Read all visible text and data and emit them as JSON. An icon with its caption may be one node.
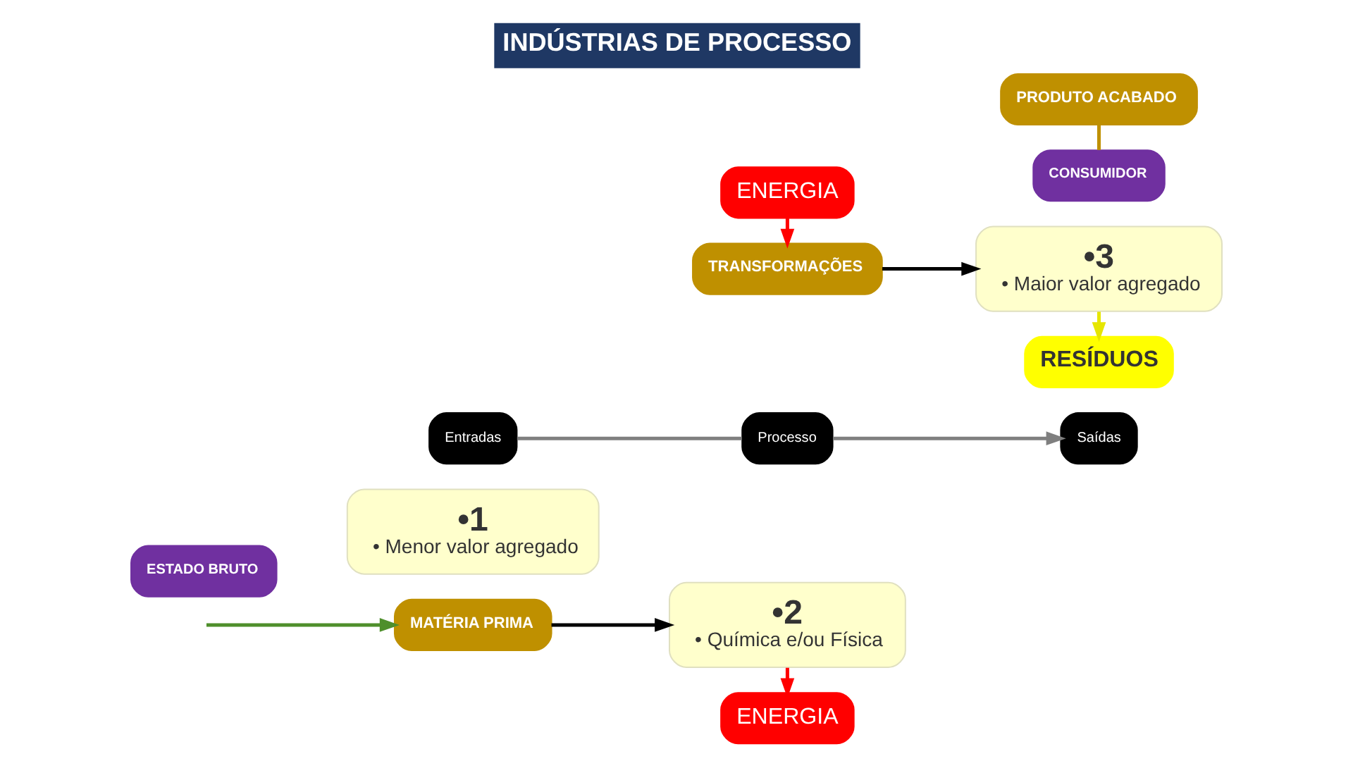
{
  "diagram": {
    "title": "INDÚSTRIAS DE PROCESSO",
    "nodes": [
      {
        "text": [
          "Entradas"
        ]
      },
      {
        "text": [
          "Processo"
        ]
      },
      {
        "text": [
          "Saídas"
        ]
      },
      {
        "text": [
          "ENERGIA"
        ]
      },
      {
        "text": [
          "TRANSFORMAÇÕES"
        ]
      },
      {
        "text": [
          "•1",
          "• Menor valor agregado"
        ]
      },
      {
        "text": [
          "•2",
          "• Química e/ou Física"
        ]
      },
      {
        "text": [
          "•3",
          "• Maior valor agregado"
        ]
      },
      {
        "text": [
          "ESTADO BRUTO"
        ]
      },
      {
        "text": [
          "MATÉRIA PRIMA"
        ]
      },
      {
        "text": [
          "PRODUTO ACABADO"
        ]
      },
      {
        "text": [
          "ENERGIA"
        ]
      },
      {
        "text": [
          "RESÍDUOS"
        ]
      },
      {
        "text": [
          "CONSUMIDOR"
        ]
      }
    ],
    "edges": [
      {
        "from": 0,
        "to": 1,
        "arrow": "none",
        "color": "#7f7f7f"
      },
      {
        "from": 1,
        "to": 2,
        "arrow": "to",
        "color": "#7f7f7f"
      },
      {
        "from": null,
        "to": 9,
        "arrow": "to",
        "color": "#4e8f2b"
      },
      {
        "from": 3,
        "to": 4,
        "arrow": "to",
        "color": "#ff0000"
      },
      {
        "from": 9,
        "to": 6,
        "arrow": "to",
        "color": "#000000"
      },
      {
        "from": 4,
        "to": 7,
        "arrow": "to",
        "color": "#000000"
      },
      {
        "from": 6,
        "to": 11,
        "arrow": "to",
        "color": "#ff0000"
      },
      {
        "from": 7,
        "to": 12,
        "arrow": "to",
        "color": "#e6e600"
      },
      {
        "from": 10,
        "to": 13,
        "arrow": "none",
        "color": "#bf9000"
      }
    ]
  }
}
